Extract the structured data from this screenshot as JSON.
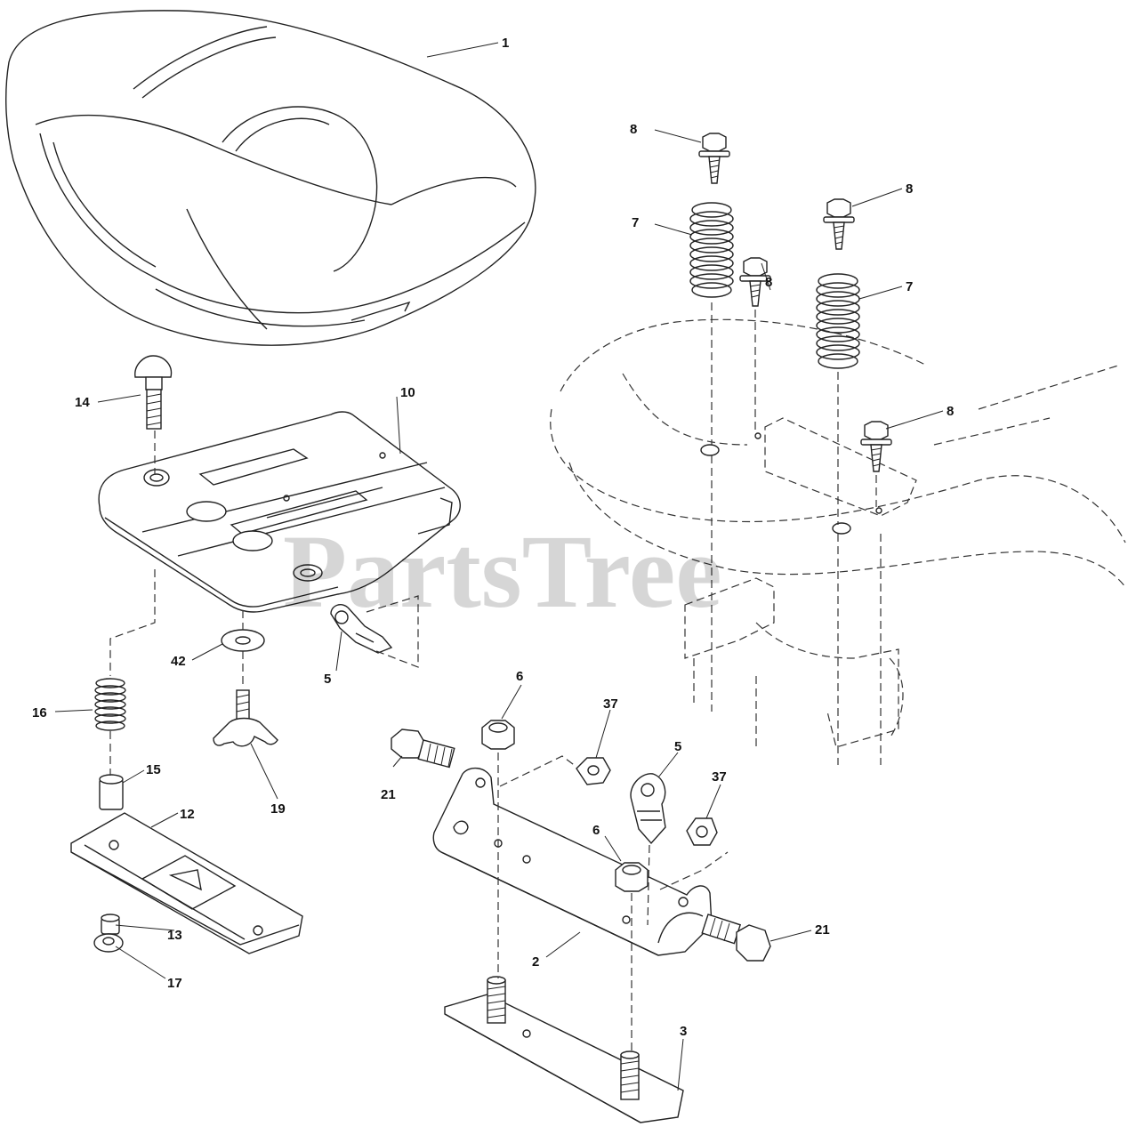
{
  "diagram": {
    "watermark": "PartsTree",
    "callouts": {
      "c1": "1",
      "c2": "2",
      "c3": "3",
      "c5a": "5",
      "c5b": "5",
      "c6a": "6",
      "c6b": "6",
      "c7a": "7",
      "c7b": "7",
      "c8a": "8",
      "c8b": "8",
      "c8c": "8",
      "c8d": "8",
      "c10": "10",
      "c12": "12",
      "c13": "13",
      "c14": "14",
      "c15": "15",
      "c16": "16",
      "c17": "17",
      "c19": "19",
      "c21a": "21",
      "c21b": "21",
      "c37a": "37",
      "c37b": "37",
      "c42": "42"
    }
  }
}
